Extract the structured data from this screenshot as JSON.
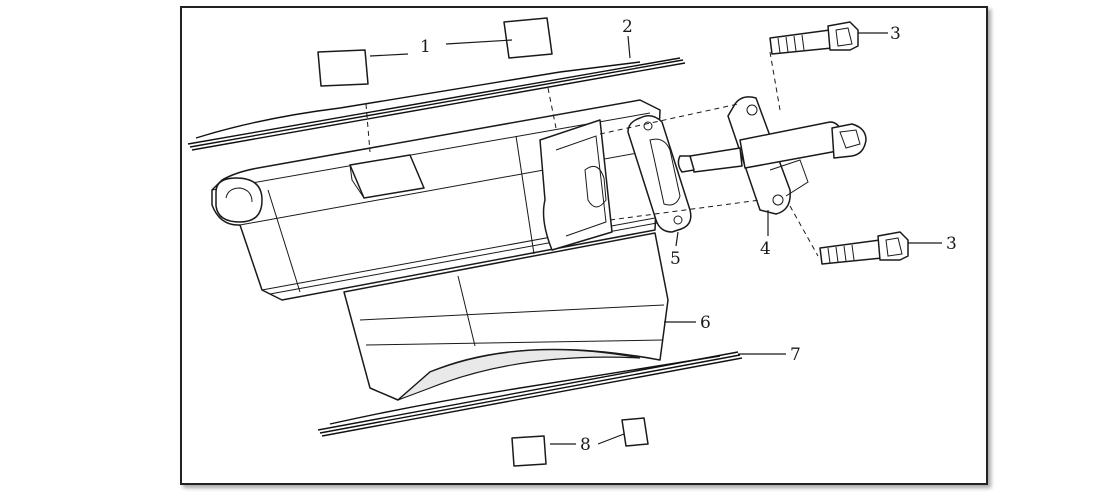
{
  "diagram": {
    "callouts": [
      {
        "id": "1",
        "label": "1"
      },
      {
        "id": "2",
        "label": "2"
      },
      {
        "id": "3a",
        "label": "3"
      },
      {
        "id": "3b",
        "label": "3"
      },
      {
        "id": "4",
        "label": "4"
      },
      {
        "id": "5",
        "label": "5"
      },
      {
        "id": "6",
        "label": "6"
      },
      {
        "id": "7",
        "label": "7"
      },
      {
        "id": "8",
        "label": "8"
      }
    ]
  },
  "colors": {
    "line": "#1a1a1a",
    "background": "#ffffff",
    "frame": "#222222"
  }
}
